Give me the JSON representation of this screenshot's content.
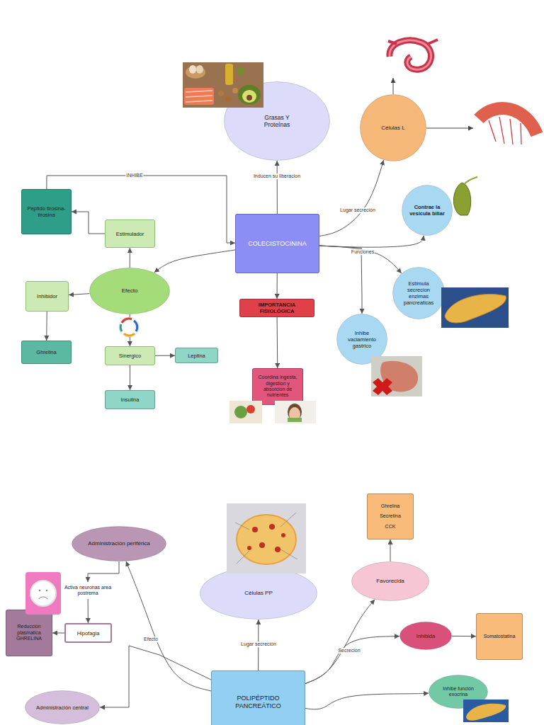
{
  "diagram": {
    "nodes": [
      {
        "text": [
          "Grasas Y Proteínas"
        ]
      },
      {
        "text": [
          "Células L"
        ]
      },
      {
        "text": [
          "Peptido tirosina-tirosina"
        ]
      },
      {
        "text": [
          "Estimulador"
        ]
      },
      {
        "text": [
          "COLECISTOCININA"
        ]
      },
      {
        "text": [
          "Contrae la vesícula biliar"
        ]
      },
      {
        "text": [
          "Efecto"
        ]
      },
      {
        "text": [
          "Inhibidor"
        ]
      },
      {
        "text": [
          "Estimula secrecion enzimas pancreaticas"
        ]
      },
      {
        "text": [
          "IMPORTANCIA FISIOLÓGICA"
        ]
      },
      {
        "text": [
          "Ghrelina"
        ]
      },
      {
        "text": [
          "Sinergico"
        ]
      },
      {
        "text": [
          "Leptina"
        ]
      },
      {
        "text": [
          "Inhibe vaciamiento gastrico"
        ]
      },
      {
        "text": [
          "Insulina"
        ]
      },
      {
        "text": [
          "Coordina ingesta, digestion y absorcion de nutrientes"
        ]
      },
      {
        "text": [
          "Ghrelina",
          "Secretina",
          "CCK"
        ]
      },
      {
        "text": [
          "Administración periférica"
        ]
      },
      {
        "text": [
          "Células PP"
        ]
      },
      {
        "text": [
          "Favorecida"
        ]
      },
      {
        "text": [
          "Activa neuronas area postrema"
        ]
      },
      {
        "text": [
          "Reducción plasmatica GHRELINA"
        ]
      },
      {
        "text": [
          "Hipofagia"
        ]
      },
      {
        "text": [
          "Inhibida"
        ]
      },
      {
        "text": [
          "Somatostatina"
        ]
      },
      {
        "text": [
          "POLIPÉPTIDO PANCREÁTICO"
        ]
      },
      {
        "text": [
          "Administración central"
        ]
      },
      {
        "text": [
          "Inhibe función exocrina"
        ]
      }
    ],
    "edges": [
      {
        "from": 2,
        "to": 4,
        "label": "INHIBE",
        "arrow": "to"
      },
      {
        "from": 4,
        "to": 0,
        "label": "Inducen su liberacion",
        "arrow": "to"
      },
      {
        "from": 4,
        "to": 1,
        "label": "Lugar secreción",
        "arrow": "to"
      },
      {
        "from": 4,
        "to": 5,
        "label": "Funciones",
        "arrow": "to"
      },
      {
        "from": 4,
        "to": 8,
        "arrow": "to"
      },
      {
        "from": 4,
        "to": 13,
        "arrow": "to"
      },
      {
        "from": 4,
        "to": 6,
        "arrow": "to"
      },
      {
        "from": 6,
        "to": 3,
        "arrow": "to"
      },
      {
        "from": 3,
        "to": 2,
        "arrow": "to"
      },
      {
        "from": 6,
        "to": 7,
        "arrow": "to"
      },
      {
        "from": 7,
        "to": 10,
        "arrow": "to"
      },
      {
        "from": 6,
        "to": 11,
        "arrow": "to"
      },
      {
        "from": 11,
        "to": 12,
        "arrow": "to"
      },
      {
        "from": 11,
        "to": 14,
        "arrow": "to"
      },
      {
        "from": 4,
        "to": 9,
        "arrow": "to"
      },
      {
        "from": 9,
        "to": 15,
        "arrow": "to"
      },
      {
        "from": 25,
        "to": 18,
        "label": "Lugar secreción",
        "arrow": "to"
      },
      {
        "from": 25,
        "to": 17,
        "label": "Efecto",
        "arrow": "to"
      },
      {
        "from": 25,
        "to": 26,
        "arrow": "to"
      },
      {
        "from": 17,
        "to": 20,
        "arrow": "to"
      },
      {
        "from": 20,
        "to": 22,
        "arrow": "to"
      },
      {
        "from": 22,
        "to": 21,
        "arrow": "to"
      },
      {
        "from": 25,
        "to": 19,
        "label": "Secreción",
        "arrow": "to"
      },
      {
        "from": 19,
        "to": 16,
        "arrow": "to"
      },
      {
        "from": 25,
        "to": 23,
        "arrow": "to"
      },
      {
        "from": 23,
        "to": 24,
        "arrow": "to"
      },
      {
        "from": 25,
        "to": 27,
        "arrow": "to"
      }
    ]
  }
}
